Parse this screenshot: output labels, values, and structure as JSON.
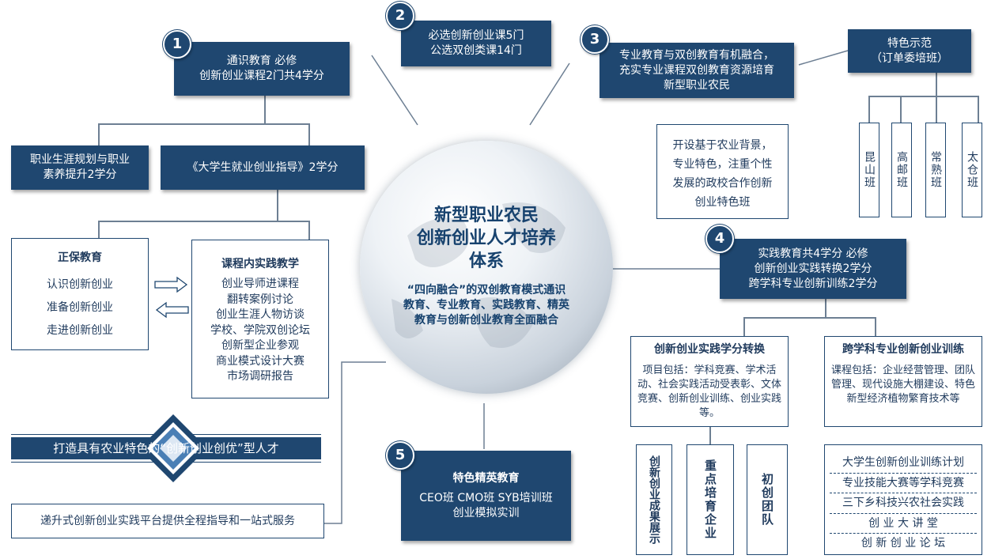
{
  "center": {
    "title_line1": "新型职业农民",
    "title_line2": "创新创业人才培养",
    "title_line3": "体系",
    "subtitle": "“四向融合”的双创教育模式通识教育、专业教育、实践教育、精英教育与创新创业教育全面融合"
  },
  "badges": [
    "1",
    "2",
    "3",
    "4",
    "5"
  ],
  "box1": {
    "line1": "通识教育 必修",
    "line2": "创新创业课程2门共4学分"
  },
  "box1a": {
    "line1": "职业生涯规划与职业",
    "line2": "素养提升2学分"
  },
  "box1b": {
    "text": "《大学生就业创业指导》2学分"
  },
  "zhengbao": {
    "title": "正保教育",
    "items": [
      "认识创新创业",
      "准备创新创业",
      "走进创新创业"
    ]
  },
  "kechengnei": {
    "title": "课程内实践教学",
    "items": [
      "创业导师进课程",
      "翻转案例讨论",
      "创业生涯人物访谈",
      "学校、学院双创论坛",
      "创新型企业参观",
      "商业模式设计大赛",
      "市场调研报告"
    ]
  },
  "box2": {
    "line1": "必选创新创业课5门",
    "line2": "公选双创类课14门"
  },
  "box3": {
    "line1": "专业教育与双创教育有机融合，",
    "line2": "充实专业课程双创教育资源培育",
    "line3": "新型职业农民"
  },
  "tese": {
    "line1": "特色示范",
    "line2": "（订单委培班）",
    "classes": [
      "昆山班",
      "高邮班",
      "常熟班",
      "太仓班"
    ]
  },
  "kaishe": {
    "lines": [
      "开设基于农业背景，",
      "专业特色，注重个性",
      "发展的政校合作创新",
      "创业特色班"
    ]
  },
  "box4": {
    "line1": "实践教育共4学分 必修",
    "line2": "创新创业实践转换2学分",
    "line3": "跨学科专业创新训练2学分"
  },
  "shijian": {
    "title": "创新创业实践学分转换",
    "body": "项目包括：学科竞赛、学术活动、社会实践活动受表彰、文体竞赛、创新创业训练、创业实践等。"
  },
  "kuaxueke": {
    "title": "跨学科专业创新创业训练",
    "body": "课程包括：企业经营管理、团队管理、现代设施大棚建设、特色新型经济植物繁育技术等"
  },
  "vertical_boxes": [
    "创新创业成果展示",
    "重点培育企业",
    "初创团队"
  ],
  "list_right": [
    "大学生创新创业训练计划",
    "专业技能大赛等学科竞赛",
    "三下乡科技兴农社会实践",
    "创 业 大 讲 堂",
    "创 新 创 业 论 坛"
  ],
  "box5": {
    "title": "特色精英教育",
    "line1": "CEO班 CMO班 SYB培训班",
    "line2": "创业模拟实训"
  },
  "banner": {
    "text": "打造具有农业特色的“创新创业创优”型人才"
  },
  "footer": {
    "text": "递升式创新创业实践平台提供全程指导和一站式服务"
  }
}
